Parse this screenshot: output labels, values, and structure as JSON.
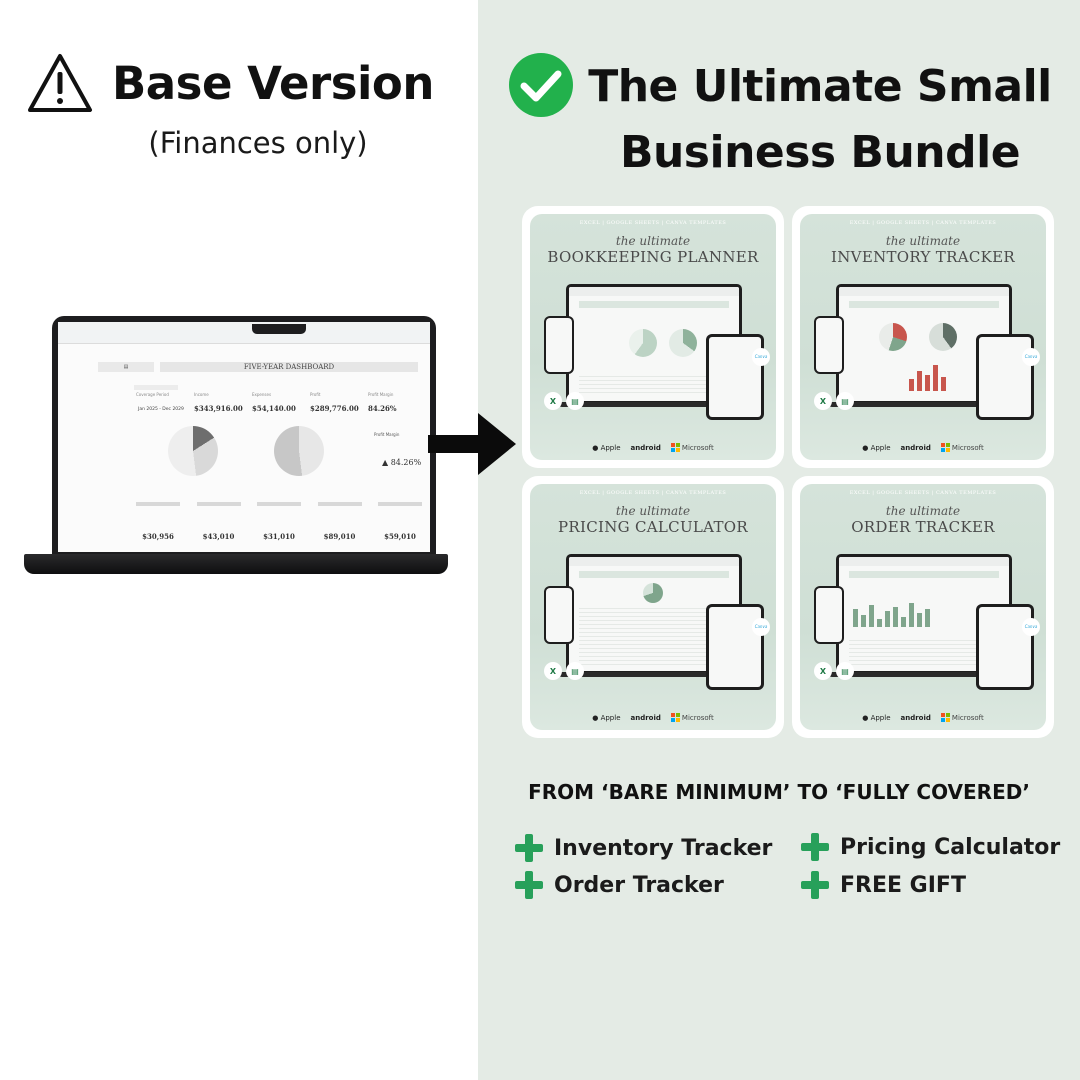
{
  "base": {
    "title": "Base Version",
    "subtitle": "(Finances only)",
    "dashboard": {
      "title": "FIVE-YEAR DASHBOARD",
      "kpis": [
        {
          "label": "Income",
          "value": "$343,916.00"
        },
        {
          "label": "Expenses",
          "value": "$54,140.00"
        },
        {
          "label": "Profit",
          "value": "$289,776.00"
        },
        {
          "label": "Profit Margin",
          "value": "84.26%"
        }
      ],
      "coverage_label": "Coverage Period",
      "date_range": "Jan 2025 - Dec 2029",
      "profit_margin_label": "Profit Margin",
      "profit_margin_value": "84.26%",
      "year_totals": [
        "$30,956",
        "$43,010",
        "$31,010",
        "$89,010",
        "$59,010"
      ]
    }
  },
  "bundle": {
    "title_line1": "The Ultimate Small",
    "title_line2": "Business Bundle",
    "cards": [
      {
        "top": "EXCEL | GOOGLE SHEETS | CANVA TEMPLATES",
        "ultimate": "the ultimate",
        "name": "BOOKKEEPING PLANNER"
      },
      {
        "top": "EXCEL | GOOGLE SHEETS | CANVA TEMPLATES",
        "ultimate": "the ultimate",
        "name": "INVENTORY TRACKER"
      },
      {
        "top": "EXCEL | GOOGLE SHEETS | CANVA TEMPLATES",
        "ultimate": "the ultimate",
        "name": "PRICING CALCULATOR"
      },
      {
        "top": "EXCEL | GOOGLE SHEETS | CANVA TEMPLATES",
        "ultimate": "the ultimate",
        "name": "ORDER TRACKER"
      }
    ],
    "platforms": {
      "apple": "Apple",
      "android": "android",
      "microsoft": "Microsoft"
    },
    "canva_label": "Canva",
    "tagline": "FROM ‘BARE MINIMUM’ TO ‘FULLY COVERED’",
    "features": [
      "Inventory Tracker",
      "Pricing Calculator",
      "Order Tracker",
      "FREE GIFT"
    ]
  },
  "icons": {
    "warning": "warning-triangle-icon",
    "check": "check-circle-icon",
    "arrow": "arrow-right-icon",
    "plus": "plus-icon",
    "apple": "apple-logo-icon",
    "microsoft": "microsoft-logo-icon"
  },
  "colors": {
    "right_background": "#e4ebe5",
    "check_green": "#22b14c",
    "plus_green": "#27a05a",
    "card_sage": "#d5e3da"
  }
}
